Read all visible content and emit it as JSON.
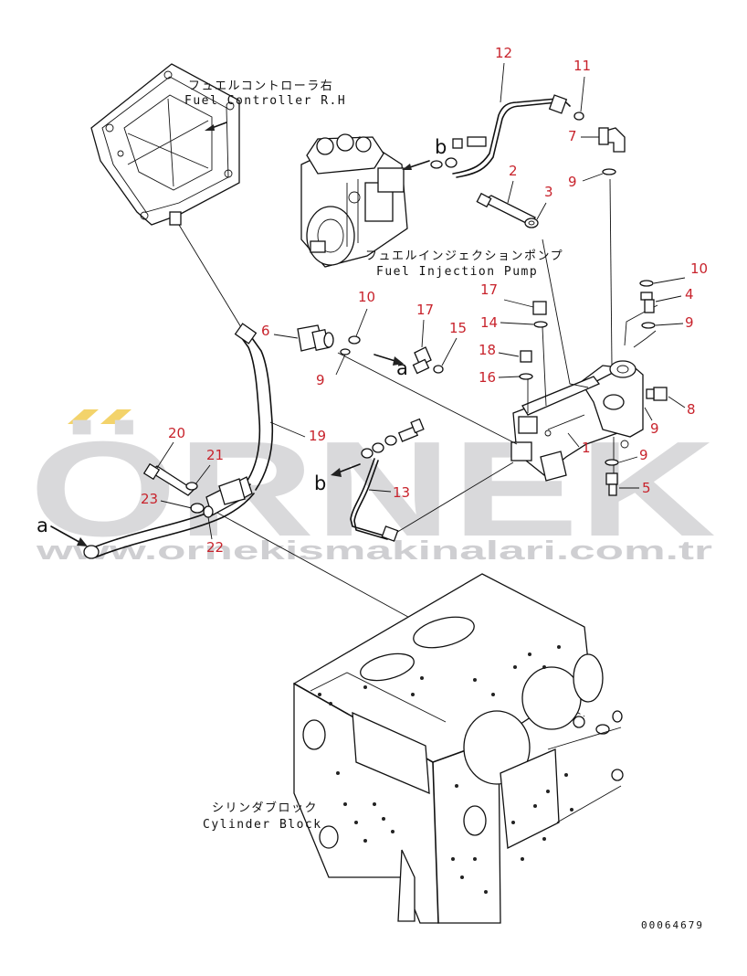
{
  "labels": {
    "controller_jp": "フュエルコントローラ右",
    "controller_en": "Fuel Controller R.H",
    "pump_jp": "フュエルインジェクションポンプ",
    "pump_en": "Fuel Injection Pump",
    "block_jp": "シリンダブロック",
    "block_en": "Cylinder Block",
    "ref_a": "a",
    "ref_b": "b"
  },
  "watermark": {
    "brand": "ÖRNEK",
    "url": "www.ornekismakinalari.com.tr"
  },
  "drawing_code": "00064679",
  "callouts": [
    "1",
    "2",
    "3",
    "4",
    "5",
    "6",
    "7",
    "8",
    "9",
    "10",
    "11",
    "12",
    "13",
    "14",
    "15",
    "16",
    "17",
    "18",
    "19",
    "20",
    "21",
    "22",
    "23"
  ],
  "colors": {
    "callout": "#c8232c",
    "watermark": "#d9d9db",
    "watermark_accent": "#f3d36b",
    "line": "#111111"
  }
}
